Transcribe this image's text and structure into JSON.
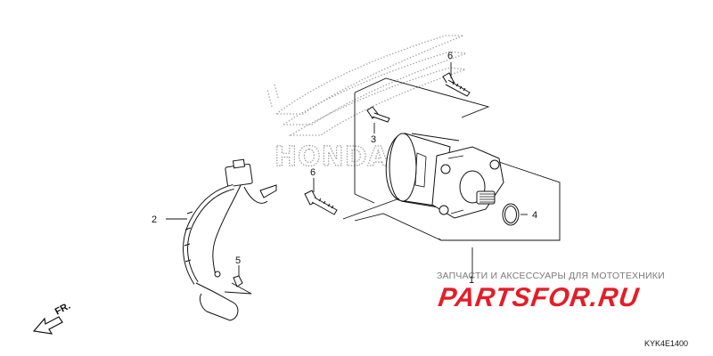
{
  "brand_watermark": "HONDA",
  "callouts": {
    "c1": "1",
    "c2": "2",
    "c3": "3",
    "c4": "4",
    "c5": "5",
    "c6a": "6",
    "c6b": "6"
  },
  "direction_label": "FR.",
  "shop_tagline": "ЗАПЧАСТИ И АКСЕССУАРЫ ДЛЯ МОТОТЕХНИКИ",
  "shop_logo": "PARTSFOR.RU",
  "diagram_code": "KYK4E1400",
  "colors": {
    "line": "#111111",
    "watermark": "#9a9a9a",
    "logo_red": "#e41e27",
    "tagline_gray": "#7a7a7a"
  }
}
